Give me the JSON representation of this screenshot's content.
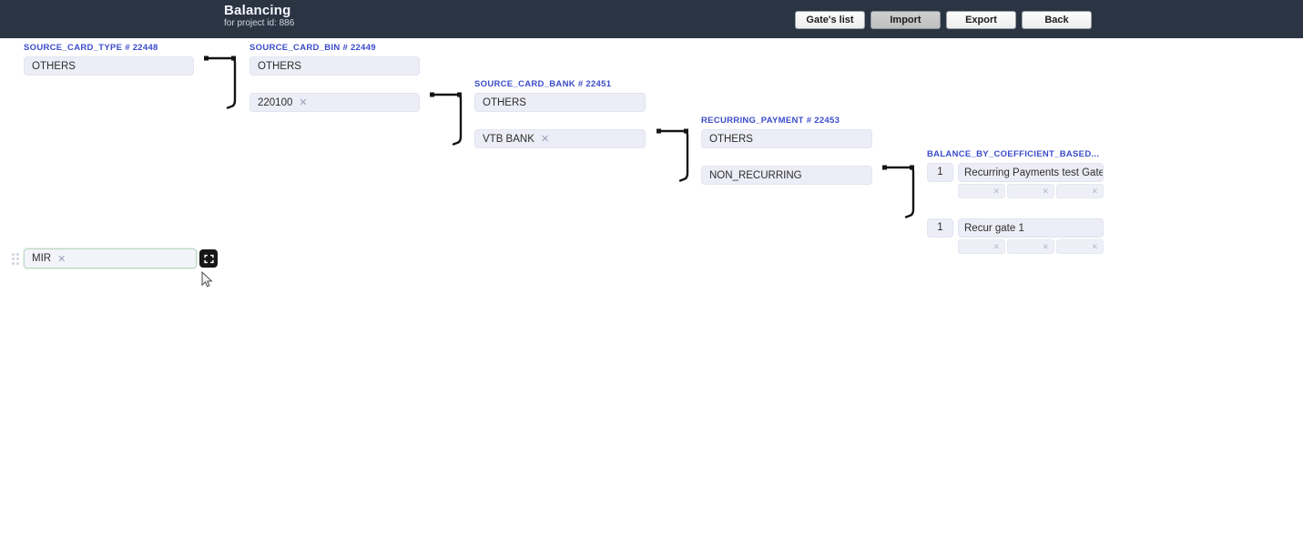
{
  "header": {
    "title": "Balancing",
    "subtitle": "for project id: 886",
    "buttons": [
      {
        "label": "Gate's list",
        "active": false
      },
      {
        "label": "Import",
        "active": true
      },
      {
        "label": "Export",
        "active": false
      },
      {
        "label": "Back",
        "active": false
      }
    ]
  },
  "groups": {
    "source_card_type": {
      "label": "SOURCE_CARD_TYPE # 22448",
      "fields": [
        {
          "value": "OTHERS",
          "removable": false
        }
      ]
    },
    "source_card_bin": {
      "label": "SOURCE_CARD_BIN # 22449",
      "fields": [
        {
          "value": "OTHERS",
          "removable": false
        },
        {
          "value": "220100",
          "removable": true,
          "remove_icon": "close-icon"
        }
      ]
    },
    "source_card_bank": {
      "label": "SOURCE_CARD_BANK # 22451",
      "fields": [
        {
          "value": "OTHERS",
          "removable": false
        },
        {
          "value": "VTB BANK",
          "removable": true,
          "remove_icon": "close-icon"
        }
      ]
    },
    "recurring_payment": {
      "label": "RECURRING_PAYMENT # 22453",
      "fields": [
        {
          "value": "OTHERS",
          "removable": false
        },
        {
          "value": "NON_RECURRING",
          "removable": false
        }
      ]
    },
    "balance_by_coefficient": {
      "label": "BALANCE_BY_COEFFICIENT_BASED...",
      "gates": [
        {
          "weight": "1",
          "name": "Recurring Payments test Gate",
          "sub_fields": [
            {
              "value": "",
              "remove_icon": "close-icon"
            },
            {
              "value": "",
              "remove_icon": "close-icon"
            },
            {
              "value": "",
              "remove_icon": "close-icon"
            }
          ]
        },
        {
          "weight": "1",
          "name": "Recur gate 1",
          "sub_fields": [
            {
              "value": "",
              "remove_icon": "close-icon"
            },
            {
              "value": "",
              "remove_icon": "close-icon"
            },
            {
              "value": "",
              "remove_icon": "close-icon"
            }
          ]
        }
      ]
    }
  },
  "drag_row": {
    "handle_icon": "drag-handle-icon",
    "value": "MIR",
    "remove_icon": "close-icon",
    "expand_icon": "fullscreen-expand-icon"
  },
  "colors": {
    "header_bg": "#2b3443",
    "label_text": "#3b4cca",
    "field_bg": "#ecedf6",
    "active_border": "#bcd9c4",
    "connector": "#141414"
  }
}
